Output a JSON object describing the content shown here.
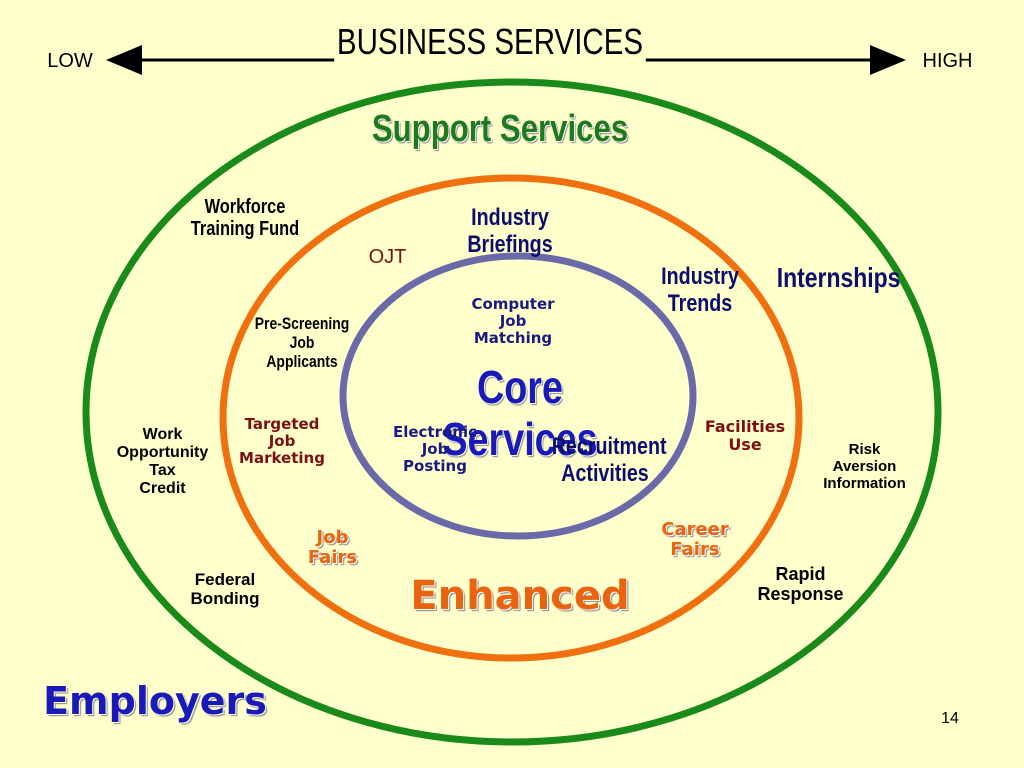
{
  "title": "BUSINESS SERVICES",
  "scale": {
    "low": "LOW",
    "high": "HIGH"
  },
  "rings": {
    "outer": "Support Services",
    "middle": "Enhanced",
    "inner": "Core Services",
    "outside": "Employers"
  },
  "colors": {
    "background": "#ffffcc",
    "outer_ring": "#1a8a1a",
    "middle_ring": "#f07010",
    "inner_ring": "#6a6aa8"
  },
  "labels": {
    "workforce_training_fund": "Workforce\nTraining Fund",
    "industry_briefings": "Industry Briefings",
    "ojt": "OJT",
    "industry_trends": "Industry\nTrends",
    "internships": "Internships",
    "computer_job_matching": "Computer\nJob\nMatching",
    "pre_screening": "Pre-Screening\nJob\nApplicants",
    "targeted_job_marketing": "Targeted\nJob\nMarketing",
    "electronic_job_posting": "Electronic\nJob\nPosting",
    "recruitment_activities": "Recruitment\nActivities",
    "facilities_use": "Facilities\nUse",
    "work_opportunity_tax_credit": "Work\nOpportunity\nTax\nCredit",
    "risk_aversion_information": "Risk\nAversion\nInformation",
    "job_fairs": "Job\nFairs",
    "career_fairs": "Career\nFairs",
    "federal_bonding": "Federal\nBonding",
    "rapid_response": "Rapid\nResponse"
  },
  "page_number": "14"
}
